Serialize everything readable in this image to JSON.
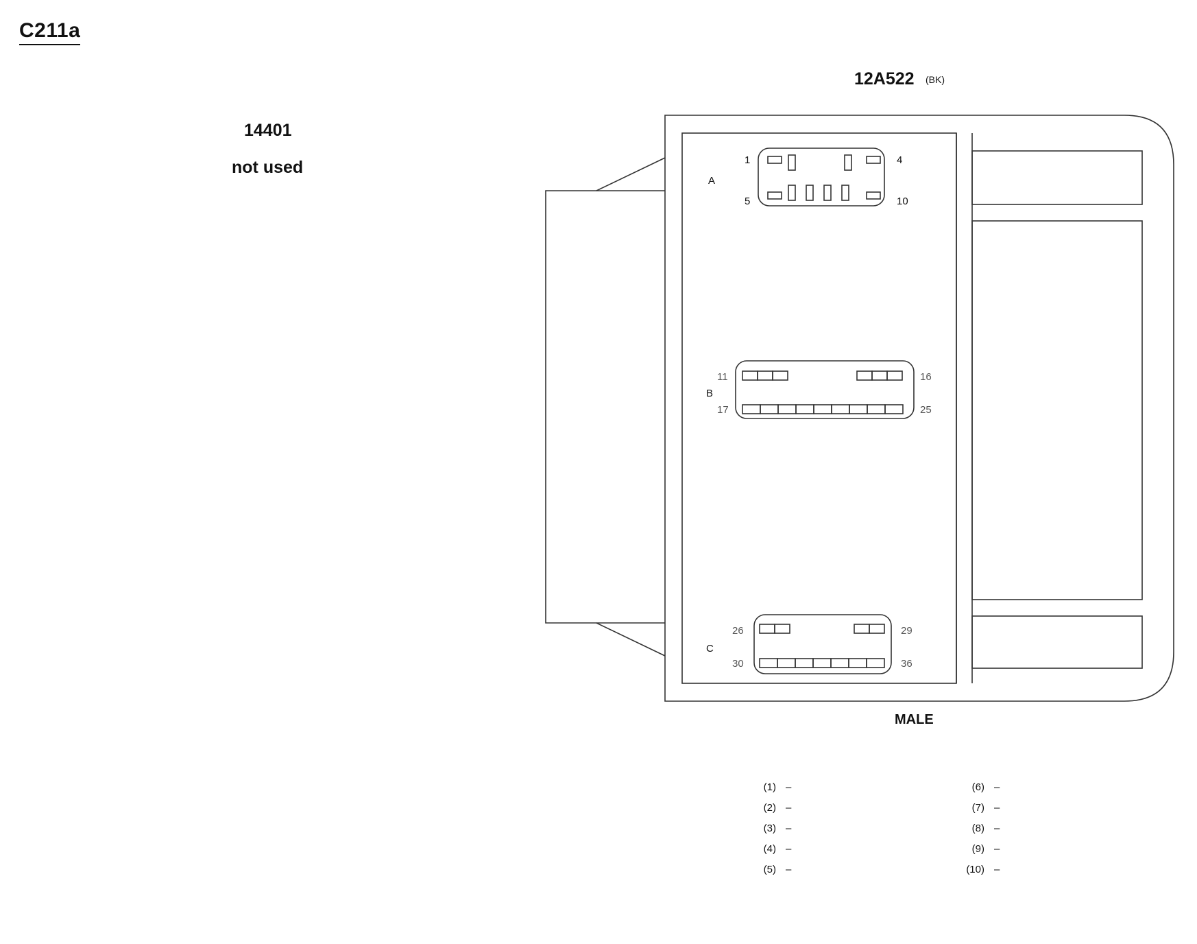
{
  "page": {
    "title": "C211a"
  },
  "left_component": {
    "part_number": "14401",
    "status": "not used"
  },
  "connector": {
    "id": "12A522",
    "color_code": "(BK)",
    "gender": "MALE",
    "block_labels": [
      "A",
      "B",
      "C"
    ],
    "pin_labels": {
      "a_top_left": "1",
      "a_top_right": "4",
      "a_bottom_left": "5",
      "a_bottom_right": "10",
      "b_top_left": "11",
      "b_top_right": "16",
      "b_bottom_left": "17",
      "b_bottom_right": "25",
      "c_top_left": "26",
      "c_top_right": "29",
      "c_bottom_left": "30",
      "c_bottom_right": "36"
    }
  },
  "pin_assignments": {
    "left_column": [
      {
        "pin": "(1)",
        "value": "–"
      },
      {
        "pin": "(2)",
        "value": "–"
      },
      {
        "pin": "(3)",
        "value": "–"
      },
      {
        "pin": "(4)",
        "value": "–"
      },
      {
        "pin": "(5)",
        "value": "–"
      }
    ],
    "right_column": [
      {
        "pin": "(6)",
        "value": "–"
      },
      {
        "pin": "(7)",
        "value": "–"
      },
      {
        "pin": "(8)",
        "value": "–"
      },
      {
        "pin": "(9)",
        "value": "–"
      },
      {
        "pin": "(10)",
        "value": "–"
      }
    ]
  }
}
